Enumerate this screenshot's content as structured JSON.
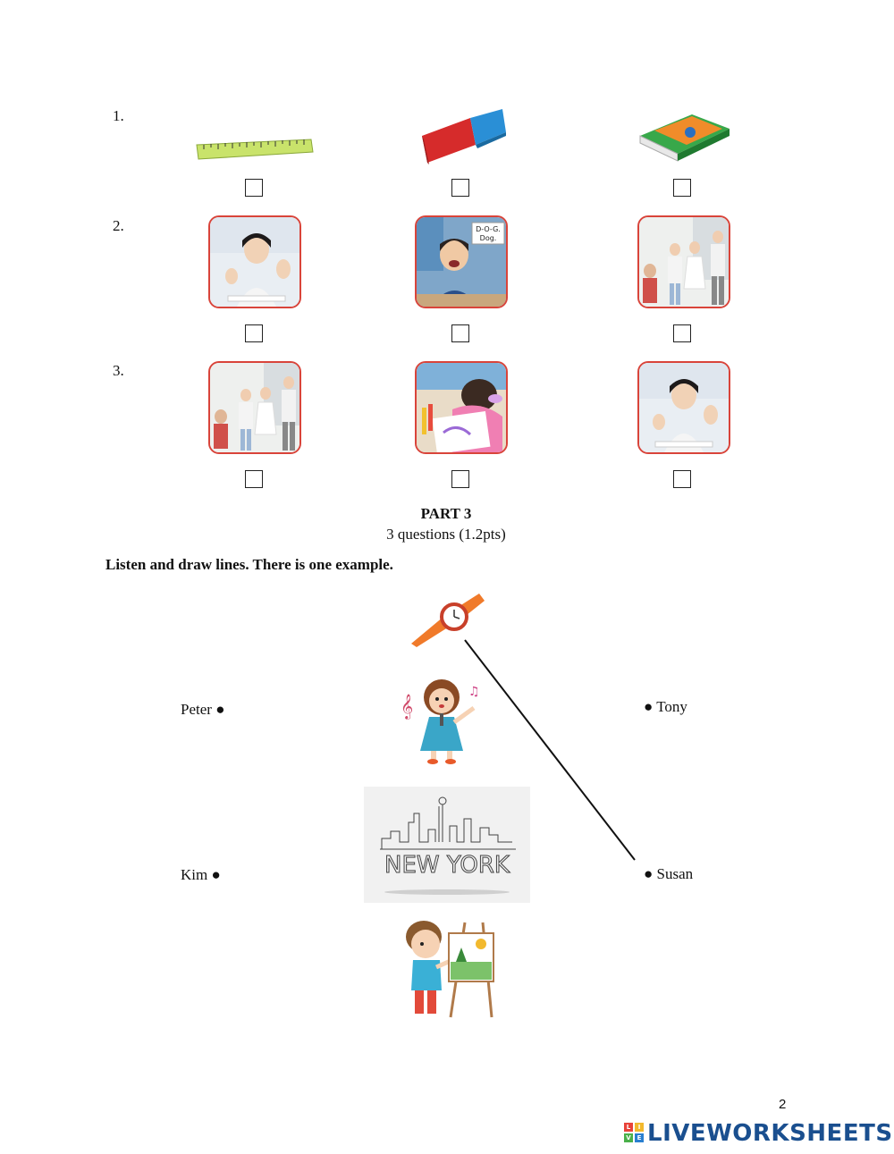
{
  "questions": [
    {
      "number": "1.",
      "options": [
        "ruler-image",
        "eraser-image",
        "book-image"
      ]
    },
    {
      "number": "2.",
      "options": [
        "girl-counting-photo",
        "boy-spelling-photo",
        "children-singing-photo"
      ]
    },
    {
      "number": "3.",
      "options": [
        "children-singing-photo",
        "girl-drawing-photo",
        "girl-counting-photo"
      ]
    }
  ],
  "spelling_card": {
    "line1": "D-O-G.",
    "line2": "Dog."
  },
  "part3": {
    "title": "PART 3",
    "subtitle": "3 questions (1.2pts)",
    "instruction": "Listen and draw lines. There is one example."
  },
  "names": {
    "peter": "Peter",
    "kim": "Kim",
    "tony": "Tony",
    "susan": "Susan"
  },
  "cityscape_text": "NEW YORK",
  "page_number": "2",
  "brand": {
    "name": "LIVEWORKSHEETS",
    "logo_letters": [
      "L",
      "I",
      "V",
      "E"
    ]
  },
  "colors": {
    "photo_border": "#d9443a",
    "brand": "#1a4f8f"
  }
}
